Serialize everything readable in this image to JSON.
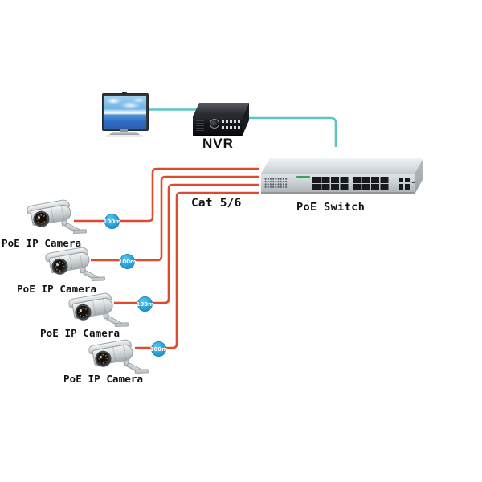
{
  "labels": {
    "nvr": "NVR",
    "poe_switch": "PoE Switch",
    "cable_type": "Cat 5/6"
  },
  "cameras": [
    {
      "label": "PoE IP Camera",
      "distance": "100m"
    },
    {
      "label": "PoE IP Camera",
      "distance": "100m"
    },
    {
      "label": "PoE IP Camera",
      "distance": "100m"
    },
    {
      "label": "PoE IP Camera",
      "distance": "100m"
    }
  ],
  "colors": {
    "camera_cable": "#DF4A2E",
    "uplink_cable": "#5AC8C2",
    "distance_badge": "#2BA3D8",
    "label_text": "#121212",
    "switch_body": "#C6CDD1",
    "nvr_body": "#15161B",
    "background": "#FFFFFF"
  }
}
